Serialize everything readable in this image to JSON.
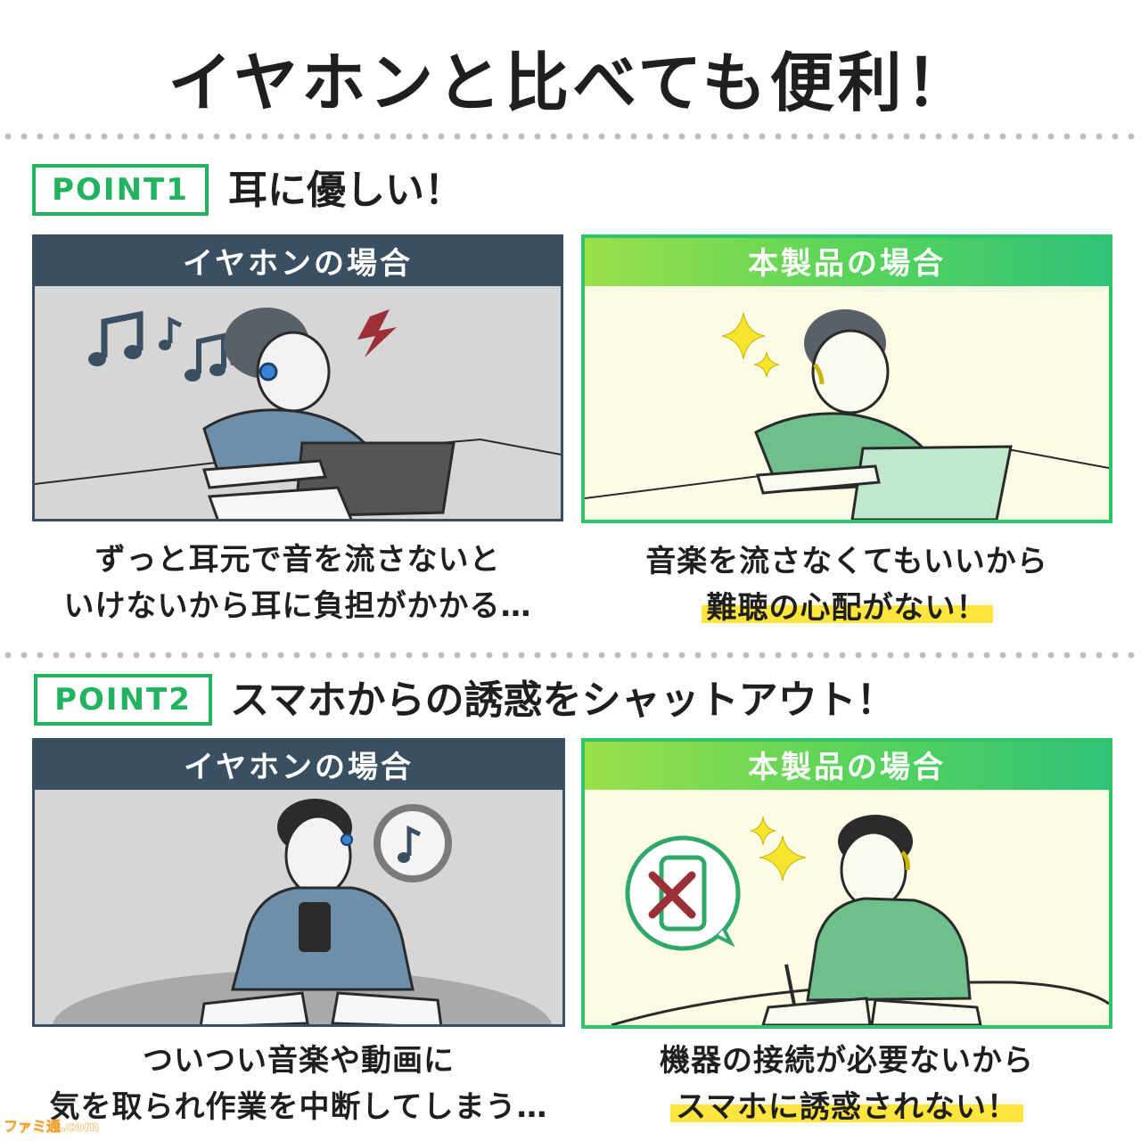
{
  "page": {
    "title": "イヤホンと比べても便利！"
  },
  "point1": {
    "badge": "POINT1",
    "title": "耳に優しい！",
    "left_header": "イヤホンの場合",
    "right_header": "本製品の場合",
    "left_caption_1": "ずっと耳元で音を流さないと",
    "left_caption_2": "いけないから耳に負担がかかる…",
    "right_caption_1": "音楽を流さなくてもいいから",
    "right_caption_2": "難聴の心配がない！"
  },
  "point2": {
    "badge": "POINT2",
    "title": "スマホからの誘惑をシャットアウト！",
    "left_header": "イヤホンの場合",
    "right_header": "本製品の場合",
    "left_caption_1": "ついつい音楽や動画に",
    "left_caption_2": "気を取られ作業を中断してしまう…",
    "right_caption_1": "機器の接続が必要ないから",
    "right_caption_2": "スマホに誘惑されない！"
  },
  "watermark": "ファミ通.com",
  "colors": {
    "accent_green": "#22b35f",
    "navy": "#3a4f61",
    "highlight": "#ffe53d"
  }
}
